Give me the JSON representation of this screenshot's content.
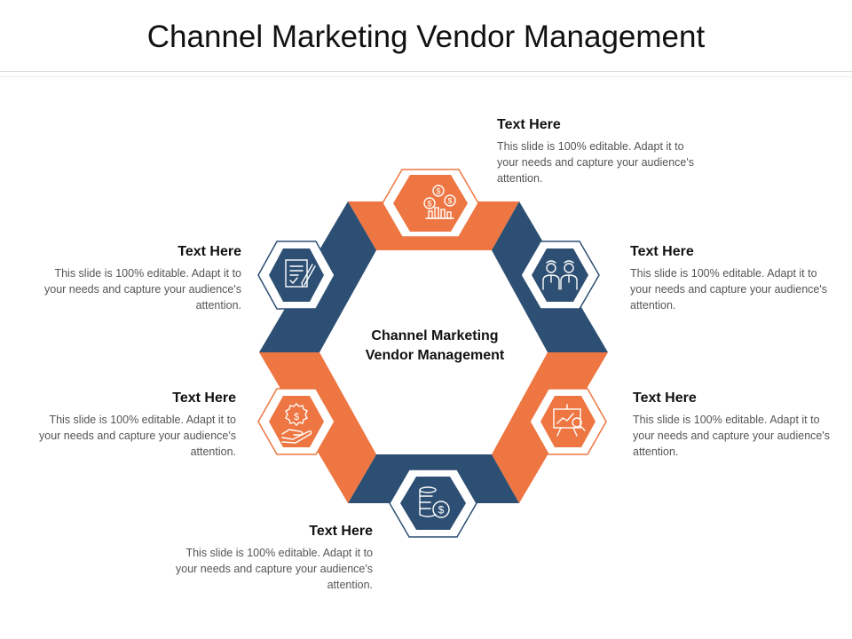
{
  "slide": {
    "title": "Channel Marketing Vendor Management"
  },
  "center": {
    "line1": "Channel Marketing",
    "line2": "Vendor Management"
  },
  "items": [
    {
      "heading": "Text Here",
      "body": "This slide is 100% editable. Adapt it to your needs and capture your audience's attention.",
      "icon": "money-chart-icon",
      "color": "#ee7642"
    },
    {
      "heading": "Text Here",
      "body": "This slide is 100% editable. Adapt it to your needs and capture your audience's attention.",
      "icon": "team-icon",
      "color": "#2d4f73"
    },
    {
      "heading": "Text Here",
      "body": "This slide is 100% editable. Adapt it to your needs and capture your audience's attention.",
      "icon": "presentation-icon",
      "color": "#ee7642"
    },
    {
      "heading": "Text Here",
      "body": "This slide is 100% editable. Adapt it to your needs and capture your audience's attention.",
      "icon": "coins-dollar-icon",
      "color": "#2d4f73"
    },
    {
      "heading": "Text Here",
      "body": "This slide is 100% editable. Adapt it to your needs and capture your audience's attention.",
      "icon": "hand-money-icon",
      "color": "#ee7642"
    },
    {
      "heading": "Text Here",
      "body": "This slide is 100% editable. Adapt it to your needs and capture your audience's attention.",
      "icon": "contract-sign-icon",
      "color": "#2d4f73"
    }
  ],
  "colors": {
    "orange": "#ee7642",
    "navy": "#2d4f73"
  }
}
